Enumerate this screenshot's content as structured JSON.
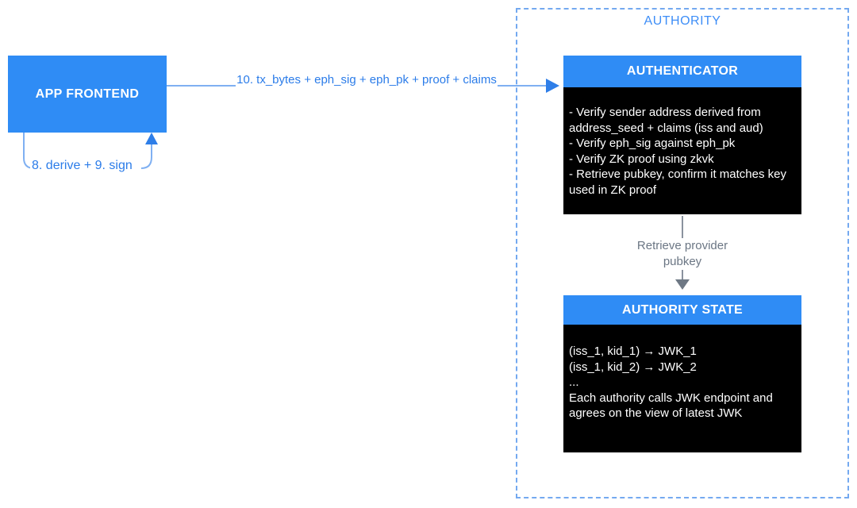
{
  "diagram": {
    "app_frontend": {
      "label": "APP FRONTEND"
    },
    "loop_arrow": {
      "label": "8. derive + 9. sign"
    },
    "flow_arrow": {
      "label": "10. tx_bytes + eph_sig + eph_pk + proof + claims"
    },
    "authority": {
      "label": "AUTHORITY",
      "authenticator": {
        "title": "AUTHENTICATOR",
        "items": [
          "- Verify sender address derived from address_seed + claims (iss and aud)",
          "- Verify eph_sig against eph_pk",
          "- Verify ZK proof using zkvk",
          "- Retrieve pubkey, confirm it matches key used in ZK proof"
        ]
      },
      "retrieve_arrow": {
        "label": "Retrieve provider pubkey"
      },
      "authority_state": {
        "title": "AUTHORITY STATE",
        "items": [
          "(iss_1, kid_1) → JWK_1",
          "(iss_1, kid_2) → JWK_2",
          "...",
          "Each authority calls JWK endpoint and agrees on the view of latest JWK"
        ]
      }
    }
  },
  "colors": {
    "box_blue": "#2F8CF5",
    "arrow_line_blue": "#7FB0F2",
    "arrowhead_blue": "#2E7EE8",
    "arrow_text_blue": "#2B7CE9",
    "dashed_border_blue": "#74A9F0",
    "authority_title_blue": "#3E8EF7",
    "gray_arrow": "#6E7884",
    "gray_text": "#6B7684",
    "panel_black": "#000000",
    "panel_text_white": "#FFFFFF"
  }
}
